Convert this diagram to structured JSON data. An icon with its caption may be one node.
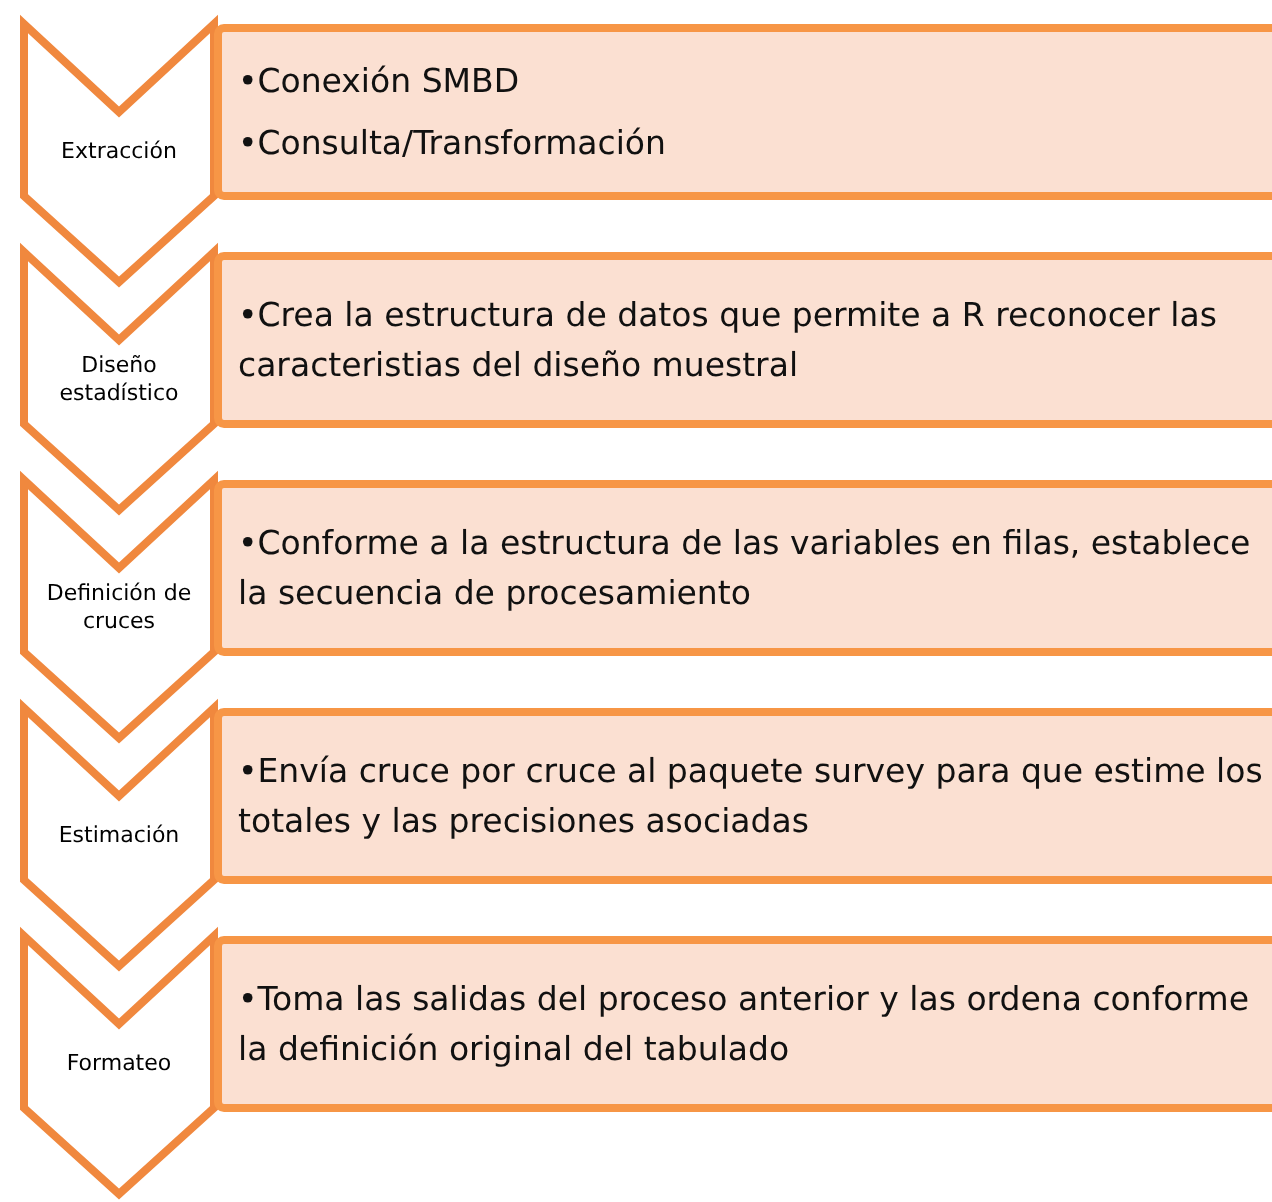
{
  "diagram": {
    "nodes": [
      {
        "text": [
          "Extracción"
        ]
      },
      {
        "text": [
          "•Conexión SMBD",
          "•Consulta/Transformación"
        ]
      },
      {
        "text": [
          "Diseño estadístico"
        ]
      },
      {
        "text": [
          "•Crea la estructura de datos que permite a R reconocer las caracteristias del diseño muestral"
        ]
      },
      {
        "text": [
          "Definición de cruces"
        ]
      },
      {
        "text": [
          "•Conforme a la estructura de las variables en filas, establece la secuencia de procesamiento"
        ]
      },
      {
        "text": [
          "Estimación"
        ]
      },
      {
        "text": [
          "•Envía cruce por cruce al paquete survey para que estime los totales y las precisiones asociadas"
        ]
      },
      {
        "text": [
          "Formateo"
        ]
      },
      {
        "text": [
          "•Toma las salidas del proceso anterior y las ordena conforme la definición original del tabulado"
        ]
      }
    ]
  }
}
